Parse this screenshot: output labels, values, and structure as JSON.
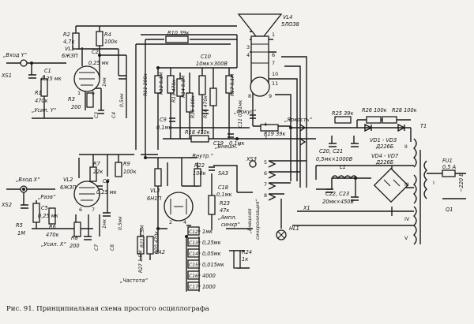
{
  "caption": "Рис. 91. Принципиальная схема простого осциллографа",
  "labels": [
    {
      "id": "inY",
      "t": "„Вход Y“"
    },
    {
      "id": "xs1",
      "t": "XS1"
    },
    {
      "id": "r2",
      "t": "R2"
    },
    {
      "id": "r2v",
      "t": "4,7к"
    },
    {
      "id": "vl1",
      "t": "VL1"
    },
    {
      "id": "vl1t",
      "t": "6Ж3П"
    },
    {
      "id": "r4",
      "t": "R4"
    },
    {
      "id": "r4v",
      "t": "100к"
    },
    {
      "id": "c2",
      "t": "C2"
    },
    {
      "id": "c2v",
      "t": "0,25 мк"
    },
    {
      "id": "c1",
      "t": "C1"
    },
    {
      "id": "c1v",
      "t": "0,25 мк"
    },
    {
      "id": "r1",
      "t": "R1"
    },
    {
      "id": "r1v",
      "t": "470к"
    },
    {
      "id": "usY",
      "t": "„Усил. Y“"
    },
    {
      "id": "r3",
      "t": "R3"
    },
    {
      "id": "r3v",
      "t": "200"
    },
    {
      "id": "c3",
      "t": "C3"
    },
    {
      "id": "c3v",
      "t": "1мк"
    },
    {
      "id": "c4",
      "t": "C4"
    },
    {
      "id": "c4v",
      "t": "0,5мк"
    },
    {
      "id": "r10",
      "t": "R10 39к"
    },
    {
      "id": "vl4",
      "t": "VL4"
    },
    {
      "id": "vl4t",
      "t": "5ЛО38"
    },
    {
      "id": "r11",
      "t": "R11 200к"
    },
    {
      "id": "r12",
      "t": "R12 5,1М"
    },
    {
      "id": "r13",
      "t": "R13 470к"
    },
    {
      "id": "r14",
      "t": "R14 5,1М"
    },
    {
      "id": "r15",
      "t": "R15 100к"
    },
    {
      "id": "c10",
      "t": "C10"
    },
    {
      "id": "c10v",
      "t": "10мк×300В"
    },
    {
      "id": "r16",
      "t": "R16 470к"
    },
    {
      "id": "r17",
      "t": "R17 5,1М"
    },
    {
      "id": "c9",
      "t": "C9"
    },
    {
      "id": "c9v",
      "t": "0,1мк"
    },
    {
      "id": "c11",
      "t": "C11 0,01мк"
    },
    {
      "id": "foc",
      "t": "„Фокус“"
    },
    {
      "id": "r18",
      "t": "R18 470к"
    },
    {
      "id": "c19",
      "t": "C19"
    },
    {
      "id": "c19v",
      "t": "0,1мк"
    },
    {
      "id": "r19",
      "t": "R19 39к"
    },
    {
      "id": "bright",
      "t": "„Яркость“"
    },
    {
      "id": "r25",
      "t": "R25 39к"
    },
    {
      "id": "r26",
      "t": "R26 100к"
    },
    {
      "id": "r28",
      "t": "R28 100к"
    },
    {
      "id": "c20",
      "t": "C20, C21"
    },
    {
      "id": "c20v",
      "t": "0,5мк×1000В"
    },
    {
      "id": "vd1",
      "t": "VD1 - VD3"
    },
    {
      "id": "vd1t",
      "t": "Д226Б"
    },
    {
      "id": "vd4",
      "t": "VD4 - VD7"
    },
    {
      "id": "vd4t",
      "t": "Д226Б"
    },
    {
      "id": "t1",
      "t": "T1"
    },
    {
      "id": "fu1",
      "t": "FU1"
    },
    {
      "id": "fu1v",
      "t": "0,5 А"
    },
    {
      "id": "mains",
      "t": "~220 В"
    },
    {
      "id": "q1",
      "t": "Q1"
    },
    {
      "id": "l1",
      "t": "L1"
    },
    {
      "id": "c22",
      "t": "C22, C23"
    },
    {
      "id": "c22v",
      "t": "20мк×450В"
    },
    {
      "id": "x1",
      "t": "X1"
    },
    {
      "id": "hl1",
      "t": "HL1"
    },
    {
      "id": "inX",
      "t": "„Вход Х“"
    },
    {
      "id": "xs2",
      "t": "XS2"
    },
    {
      "id": "vl2",
      "t": "VL2"
    },
    {
      "id": "vl2t",
      "t": "6Ж3П"
    },
    {
      "id": "r7",
      "t": "R7"
    },
    {
      "id": "r7v",
      "t": "22к"
    },
    {
      "id": "r9",
      "t": "R9"
    },
    {
      "id": "r9v",
      "t": "100к"
    },
    {
      "id": "c6",
      "t": "C6"
    },
    {
      "id": "c6v",
      "t": "0,25 мк"
    },
    {
      "id": "razv",
      "t": "„Разв“"
    },
    {
      "id": "c5",
      "t": "C5"
    },
    {
      "id": "c5v",
      "t": "0,25 мк"
    },
    {
      "id": "r5",
      "t": "R5"
    },
    {
      "id": "r5v",
      "t": "1М"
    },
    {
      "id": "r6",
      "t": "R6"
    },
    {
      "id": "r6v",
      "t": "470к"
    },
    {
      "id": "usX",
      "t": "„Усил. Х“"
    },
    {
      "id": "r8",
      "t": "R8"
    },
    {
      "id": "r8v",
      "t": "200"
    },
    {
      "id": "c7",
      "t": "C7"
    },
    {
      "id": "c7v",
      "t": "1мк"
    },
    {
      "id": "c8",
      "t": "C8"
    },
    {
      "id": "c8v",
      "t": "0,5мк"
    },
    {
      "id": "vnutr",
      "t": "„Внутр.“"
    },
    {
      "id": "vnesh",
      "t": "„Внешн.“"
    },
    {
      "id": "xs3",
      "t": "XS3"
    },
    {
      "id": "r22",
      "t": "R22"
    },
    {
      "id": "r22v",
      "t": "100к"
    },
    {
      "id": "sa3",
      "t": "SA3"
    },
    {
      "id": "vl3",
      "t": "VL3"
    },
    {
      "id": "vl3t",
      "t": "6Н1П"
    },
    {
      "id": "c18",
      "t": "C18"
    },
    {
      "id": "c18v",
      "t": "0,1мк"
    },
    {
      "id": "r23",
      "t": "R23"
    },
    {
      "id": "r23v",
      "t": "47к"
    },
    {
      "id": "ampl",
      "t": "„Ампл."
    },
    {
      "id": "sinh",
      "t": "синхр“"
    },
    {
      "id": "ext",
      "t": "„Внешняя"
    },
    {
      "id": "ext2",
      "t": "синхронизация“"
    },
    {
      "id": "r21",
      "t": "R21 1,5М"
    },
    {
      "id": "r20",
      "t": "R20 470к"
    },
    {
      "id": "r27",
      "t": "R27 1,5М"
    },
    {
      "id": "sa2",
      "t": "SA2"
    },
    {
      "id": "c12",
      "t": "C12*"
    },
    {
      "id": "c12v",
      "t": "1мк"
    },
    {
      "id": "c13",
      "t": "C13*"
    },
    {
      "id": "c13v",
      "t": "0,25мк"
    },
    {
      "id": "c14",
      "t": "C14*"
    },
    {
      "id": "c14v",
      "t": "0,05мк"
    },
    {
      "id": "c15",
      "t": "C15*"
    },
    {
      "id": "c15v",
      "t": "0,015мк"
    },
    {
      "id": "c16",
      "t": "C16*"
    },
    {
      "id": "c16v",
      "t": "4000"
    },
    {
      "id": "c17",
      "t": "C17*"
    },
    {
      "id": "c17v",
      "t": "1000"
    },
    {
      "id": "r24",
      "t": "R24"
    },
    {
      "id": "r24v",
      "t": "1к"
    },
    {
      "id": "freq",
      "t": "„Частота“"
    }
  ],
  "winding_labels": [
    "II",
    "III",
    "IV",
    "V",
    "I"
  ],
  "tube_pins": [
    "1",
    "3",
    "4",
    "6",
    "7",
    "8",
    "9",
    "10",
    "11"
  ],
  "connector_pins": [
    "4",
    "3",
    "5",
    "6",
    "7",
    "8"
  ],
  "tube_pin_numbers": [
    "1",
    "5",
    "6",
    "7",
    "2",
    "4"
  ]
}
